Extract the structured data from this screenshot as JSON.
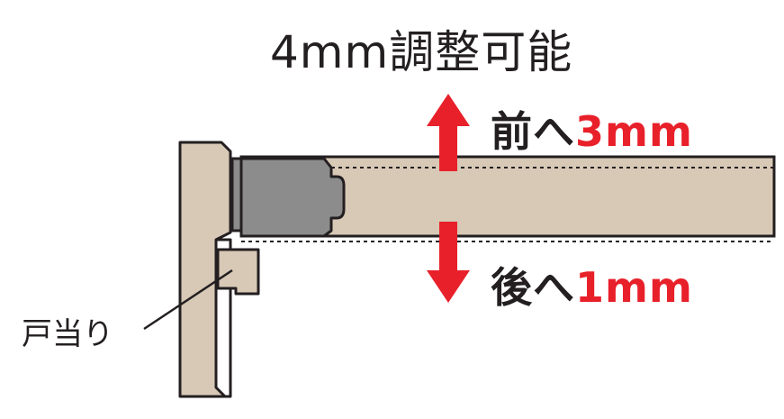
{
  "title": "4mm調整可能",
  "front": {
    "text": "前へ",
    "amount": "3mm"
  },
  "back": {
    "text": "後へ",
    "amount": "1mm"
  },
  "stop_label": "戸当り",
  "colors": {
    "wood": "#d8c8b6",
    "outline": "#231f20",
    "hinge_gray": "#8c8c8c",
    "arrow_red": "#e8202a"
  },
  "icons": {
    "up_arrow": "up-arrow-icon",
    "down_arrow": "down-arrow-icon"
  }
}
